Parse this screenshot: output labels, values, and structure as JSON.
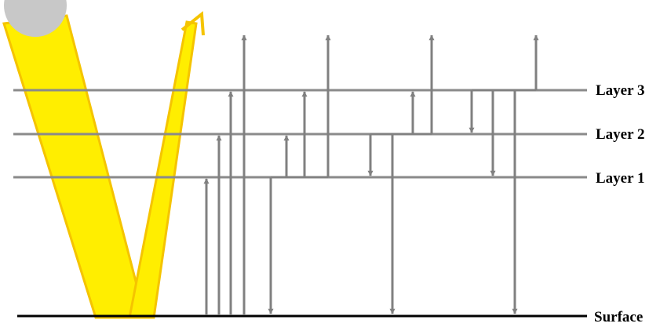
{
  "diagram": {
    "labels": {
      "layer3": "Layer 3",
      "layer2": "Layer 2",
      "layer1": "Layer 1",
      "surface": "Surface"
    },
    "colors": {
      "background": "#ffffff",
      "sun": "#c8c8c8",
      "sunbeam_fill": "#ffee00",
      "sunbeam_edge": "#f5c400",
      "layer_line": "#8a8a8a",
      "surface_line": "#000000",
      "arrow": "#808080"
    }
  }
}
